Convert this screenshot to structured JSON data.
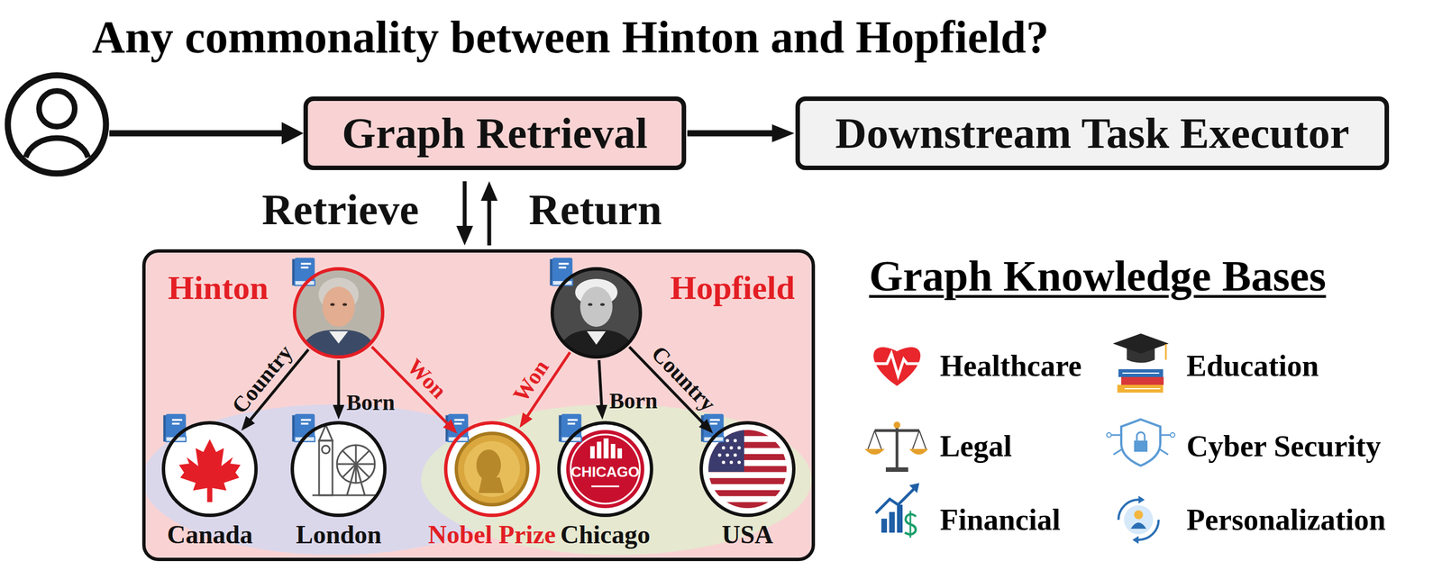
{
  "diagram": {
    "title": "Any commonality between Hinton and Hopfield?",
    "nodes": [
      {
        "text": [
          "Graph Retrieval"
        ]
      },
      {
        "text": [
          "Downstream Task Executor"
        ]
      },
      {
        "text": [
          "Hinton"
        ]
      },
      {
        "text": [
          "Hopfield"
        ]
      },
      {
        "text": [
          "Canada"
        ]
      },
      {
        "text": [
          "London"
        ]
      },
      {
        "text": [
          "Nobel Prize"
        ]
      },
      {
        "text": [
          "Chicago"
        ]
      },
      {
        "text": [
          "USA"
        ]
      }
    ],
    "edges": [
      {
        "from": 0,
        "to": 1,
        "arrow": "to"
      },
      {
        "from": 2,
        "to": 4,
        "label": "Country",
        "arrow": "to"
      },
      {
        "from": 2,
        "to": 5,
        "label": "Born",
        "arrow": "to"
      },
      {
        "from": 2,
        "to": 6,
        "label": "Won",
        "arrow": "to"
      },
      {
        "from": 3,
        "to": 6,
        "label": "Won",
        "arrow": "to"
      },
      {
        "from": 3,
        "to": 7,
        "label": "Born",
        "arrow": "to"
      },
      {
        "from": 3,
        "to": 8,
        "label": "Country",
        "arrow": "to"
      }
    ],
    "labels": [
      "Retrieve",
      "Return",
      "CHICAGO",
      "Graph Knowledge Bases",
      "Healthcare",
      "Education",
      "Legal",
      "Cyber Security",
      "Financial",
      "Personalization"
    ]
  }
}
